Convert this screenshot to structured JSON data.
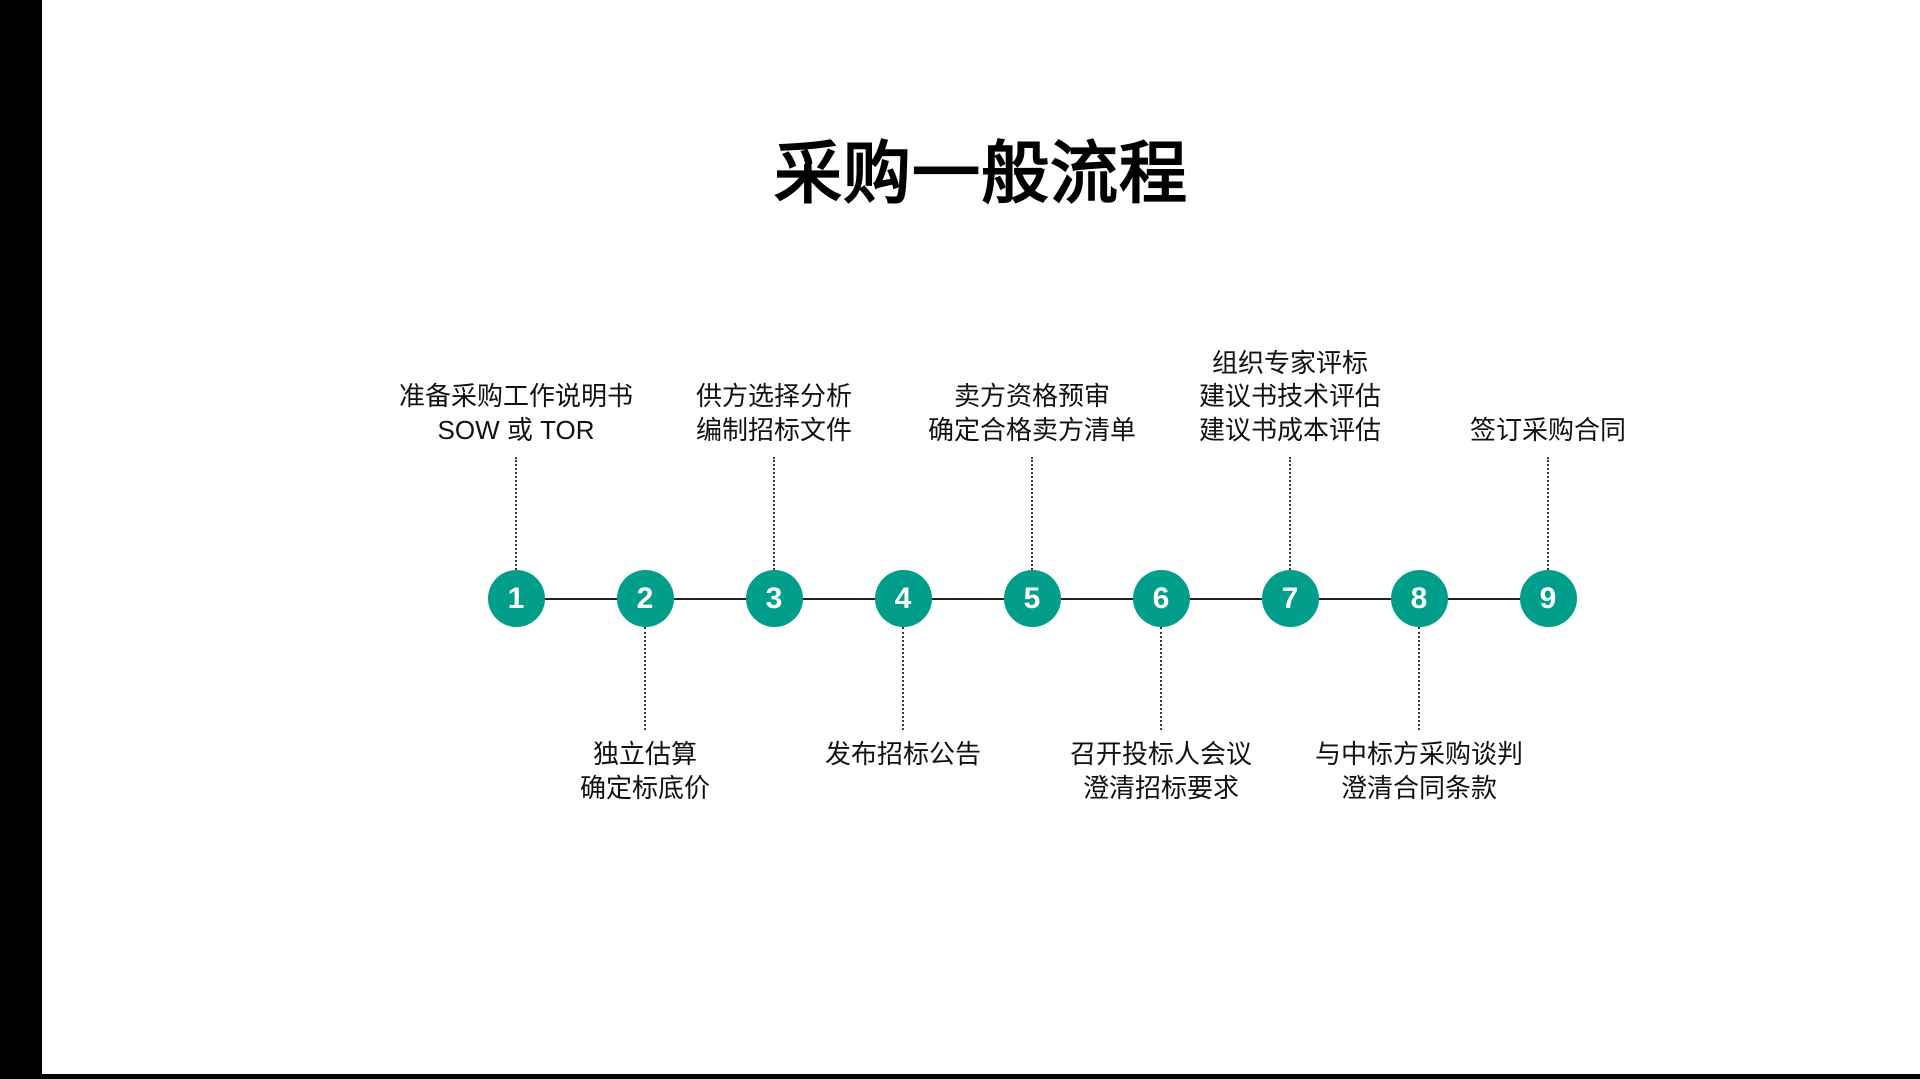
{
  "slide": {
    "title": "采购一般流程",
    "background_color": "#ffffff",
    "accent_color": "#019e8c",
    "text_color": "#111111",
    "frame_color": "#000000"
  },
  "chart_data": {
    "type": "timeline",
    "title": "采购一般流程",
    "orientation": "horizontal",
    "node_count": 9,
    "node_fill": "#019e8c",
    "node_text_color": "#ffffff",
    "connector_style": "solid",
    "leader_style": "dotted",
    "steps": [
      {
        "number": "1",
        "side": "up",
        "lines": [
          "准备采购工作说明书",
          "SOW 或 TOR"
        ]
      },
      {
        "number": "2",
        "side": "down",
        "lines": [
          "独立估算",
          "确定标底价"
        ]
      },
      {
        "number": "3",
        "side": "up",
        "lines": [
          "供方选择分析",
          "编制招标文件"
        ]
      },
      {
        "number": "4",
        "side": "down",
        "lines": [
          "发布招标公告"
        ]
      },
      {
        "number": "5",
        "side": "up",
        "lines": [
          "卖方资格预审",
          "确定合格卖方清单"
        ]
      },
      {
        "number": "6",
        "side": "down",
        "lines": [
          "召开投标人会议",
          "澄清招标要求"
        ]
      },
      {
        "number": "7",
        "side": "up",
        "lines": [
          "组织专家评标",
          "建议书技术评估",
          "建议书成本评估"
        ]
      },
      {
        "number": "8",
        "side": "down",
        "lines": [
          "与中标方采购谈判",
          "澄清合同条款"
        ]
      },
      {
        "number": "9",
        "side": "up",
        "lines": [
          "签订采购合同"
        ]
      }
    ]
  }
}
